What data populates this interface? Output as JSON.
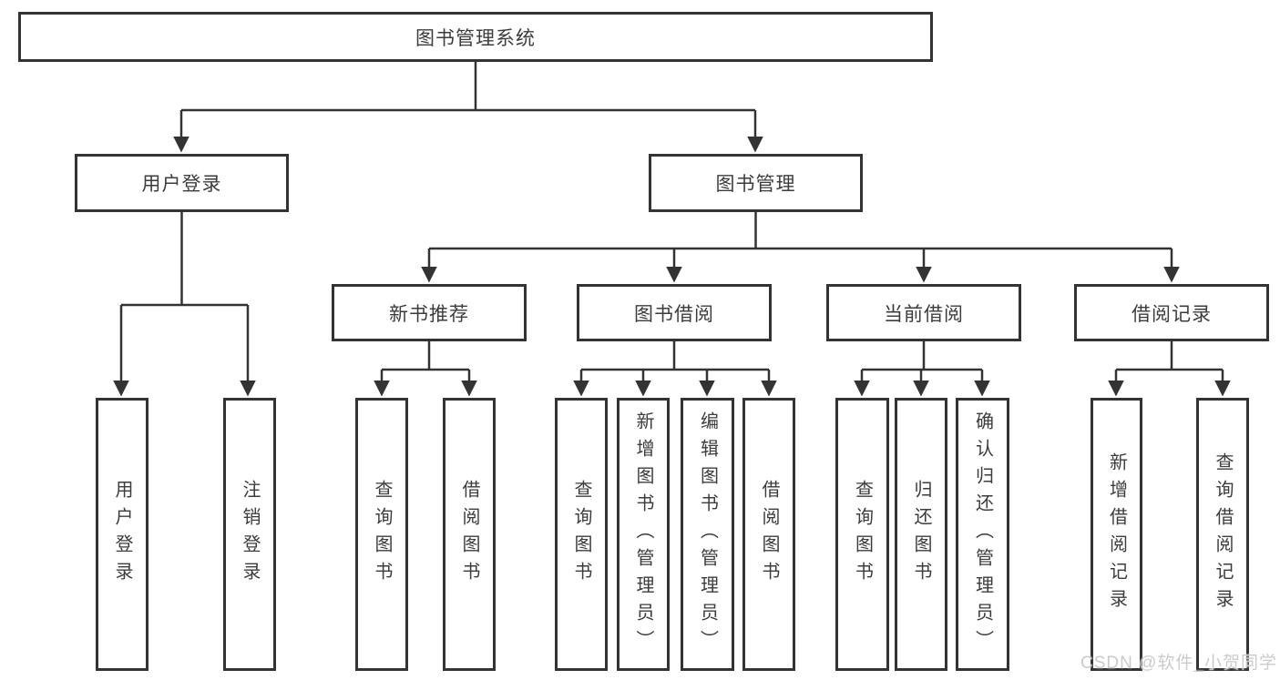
{
  "diagram_type": "hierarchy-chart",
  "colors": {
    "background": "#ffffff",
    "line": "#333333",
    "box_border": "#333333",
    "text": "#3c3c3c",
    "watermark": "#cbcbcb"
  },
  "watermark": {
    "text": "CSDN @软件_小贺同学"
  },
  "tree": {
    "root": {
      "label": "图书管理系统",
      "children": [
        {
          "label": "用户登录",
          "children": [
            {
              "label": "用户登录"
            },
            {
              "label": "注销登录"
            }
          ]
        },
        {
          "label": "图书管理",
          "children": [
            {
              "label": "新书推荐",
              "children": [
                {
                  "label": "查询图书"
                },
                {
                  "label": "借阅图书"
                }
              ]
            },
            {
              "label": "图书借阅",
              "children": [
                {
                  "label": "查询图书"
                },
                {
                  "label": "新增图书（管理员）"
                },
                {
                  "label": "编辑图书（管理员）"
                },
                {
                  "label": "借阅图书"
                }
              ]
            },
            {
              "label": "当前借阅",
              "children": [
                {
                  "label": "查询图书"
                },
                {
                  "label": "归还图书"
                },
                {
                  "label": "确认归还（管理员）"
                }
              ]
            },
            {
              "label": "借阅记录",
              "children": [
                {
                  "label": "新增借阅记录"
                },
                {
                  "label": "查询借阅记录"
                }
              ]
            }
          ]
        }
      ]
    }
  }
}
